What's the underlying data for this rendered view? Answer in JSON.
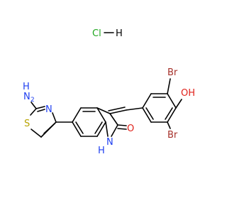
{
  "molecule": {
    "atom_labels": {
      "nh2_top": "H",
      "nh2_n": "N",
      "nh2_sub": "2",
      "thiazole_n": "N",
      "thiazole_s": "S",
      "br_upper": "Br",
      "br_lower": "Br",
      "oh": "OH",
      "lactam_o": "O",
      "lactam_n": "N",
      "lactam_h": "H"
    },
    "salt": {
      "cl": "Cl",
      "h": "H"
    }
  },
  "colors": {
    "bond": "#000000",
    "nitrogen": "#1f3ff0",
    "sulfur": "#b8a300",
    "bromine": "#a5302a",
    "oxygen": "#e0211a",
    "chlorine": "#1fa61f",
    "hydrogen": "#000000"
  }
}
